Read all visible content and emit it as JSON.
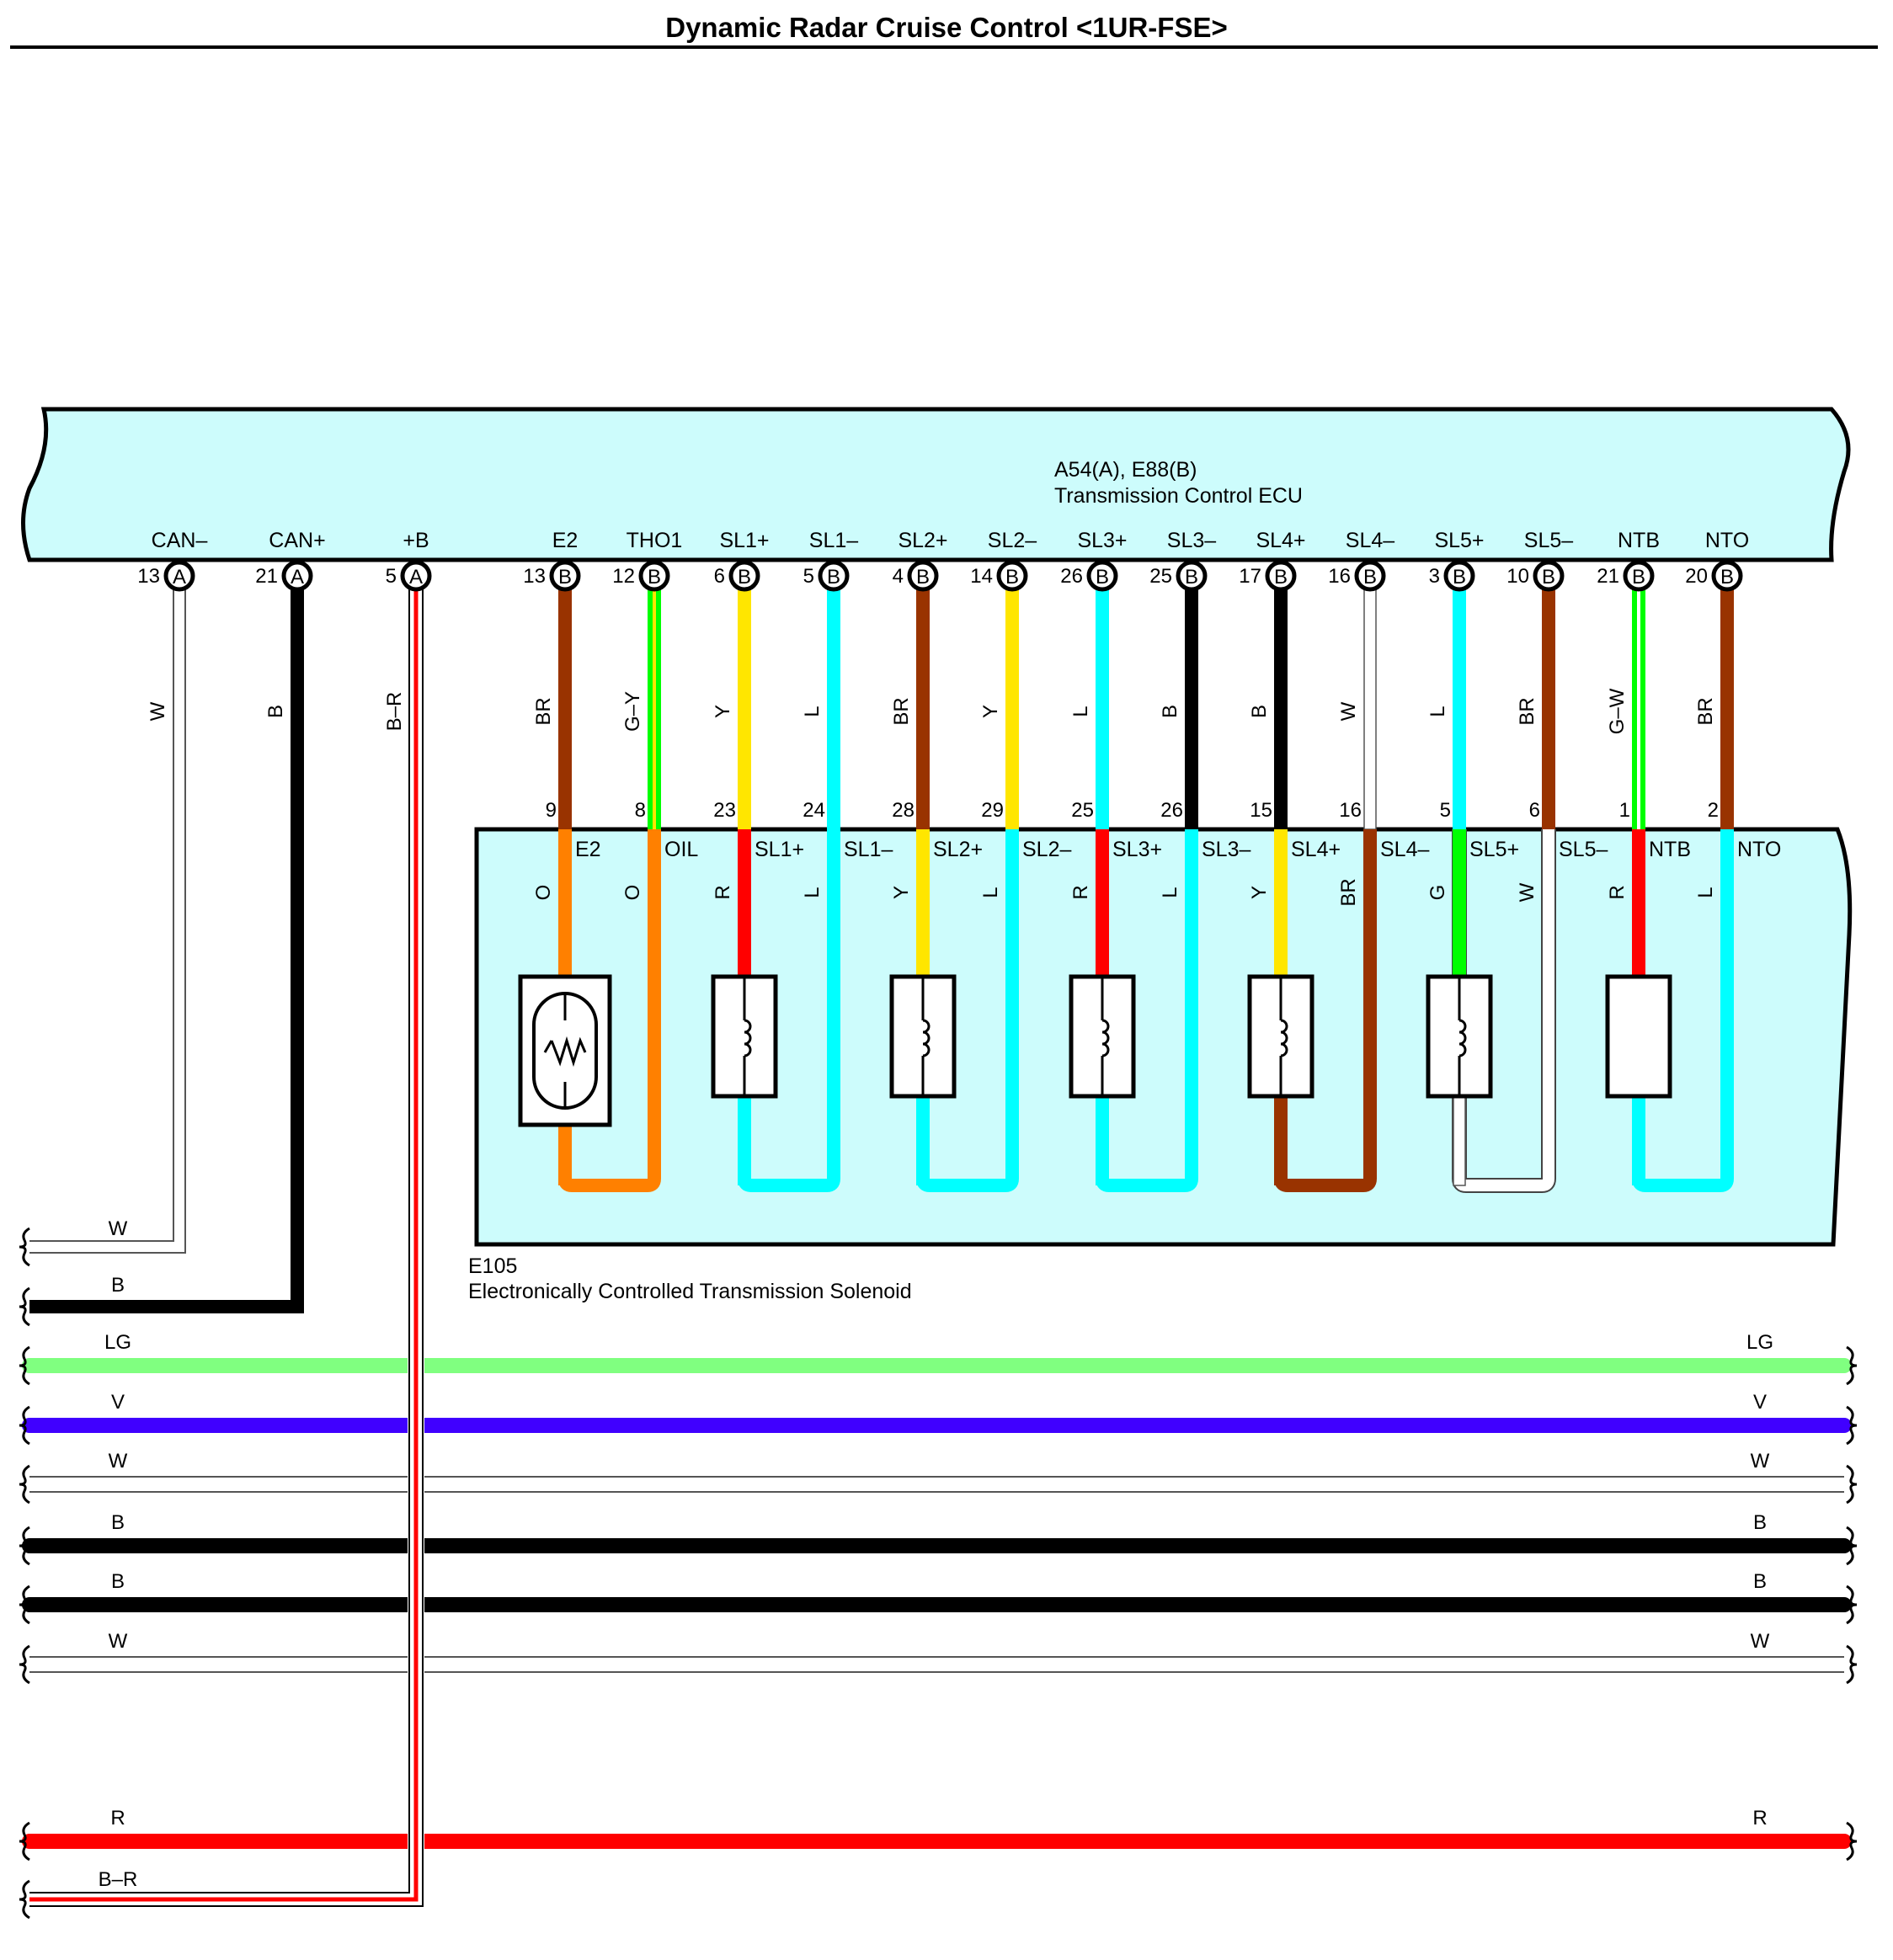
{
  "title": "Dynamic Radar Cruise Control <1UR-FSE>",
  "colors": {
    "ecu_fill": "#cdfcfc",
    "BR": "#993300",
    "Y": "#ffe600",
    "L": "#00ffff",
    "B": "#000000",
    "W": "#ffffff",
    "G": "#00ff00",
    "O": "#ff8000",
    "R": "#ff0000",
    "LG": "#80ff80",
    "V": "#4000ff"
  },
  "ecu": {
    "connector": "A54(A), E88(B)",
    "name": "Transmission Control ECU",
    "pins": [
      {
        "label": "CAN–",
        "num": "13",
        "conn": "A",
        "wire": "W"
      },
      {
        "label": "CAN+",
        "num": "21",
        "conn": "A",
        "wire": "B"
      },
      {
        "label": "+B",
        "num": "5",
        "conn": "A",
        "wire": "B–R"
      },
      {
        "label": "E2",
        "num": "13",
        "conn": "B",
        "wire": "BR"
      },
      {
        "label": "THO1",
        "num": "12",
        "conn": "B",
        "wire": "G–Y"
      },
      {
        "label": "SL1+",
        "num": "6",
        "conn": "B",
        "wire": "Y"
      },
      {
        "label": "SL1–",
        "num": "5",
        "conn": "B",
        "wire": "L"
      },
      {
        "label": "SL2+",
        "num": "4",
        "conn": "B",
        "wire": "BR"
      },
      {
        "label": "SL2–",
        "num": "14",
        "conn": "B",
        "wire": "Y"
      },
      {
        "label": "SL3+",
        "num": "26",
        "conn": "B",
        "wire": "L"
      },
      {
        "label": "SL3–",
        "num": "25",
        "conn": "B",
        "wire": "B"
      },
      {
        "label": "SL4+",
        "num": "17",
        "conn": "B",
        "wire": "B"
      },
      {
        "label": "SL4–",
        "num": "16",
        "conn": "B",
        "wire": "W"
      },
      {
        "label": "SL5+",
        "num": "3",
        "conn": "B",
        "wire": "L"
      },
      {
        "label": "SL5–",
        "num": "10",
        "conn": "B",
        "wire": "BR"
      },
      {
        "label": "NTB",
        "num": "21",
        "conn": "B",
        "wire": "G–W"
      },
      {
        "label": "NTO",
        "num": "20",
        "conn": "B",
        "wire": "BR"
      }
    ]
  },
  "solenoid": {
    "connector": "E105",
    "name": "Electronically Controlled Transmission Solenoid",
    "pins": [
      {
        "num": "9",
        "label": "E2",
        "wire": "O"
      },
      {
        "num": "8",
        "label": "OIL",
        "wire": "O"
      },
      {
        "num": "23",
        "label": "SL1+",
        "wire": "R"
      },
      {
        "num": "24",
        "label": "SL1–",
        "wire": "L"
      },
      {
        "num": "28",
        "label": "SL2+",
        "wire": "Y"
      },
      {
        "num": "29",
        "label": "SL2–",
        "wire": "L"
      },
      {
        "num": "25",
        "label": "SL3+",
        "wire": "R"
      },
      {
        "num": "26",
        "label": "SL3–",
        "wire": "L"
      },
      {
        "num": "15",
        "label": "SL4+",
        "wire": "Y"
      },
      {
        "num": "16",
        "label": "SL4–",
        "wire": "BR"
      },
      {
        "num": "5",
        "label": "SL5+",
        "wire": "G"
      },
      {
        "num": "6",
        "label": "SL5–",
        "wire": "W"
      },
      {
        "num": "1",
        "label": "NTB",
        "wire": "R"
      },
      {
        "num": "2",
        "label": "NTO",
        "wire": "L"
      }
    ]
  },
  "left_wires": [
    {
      "label": "W"
    },
    {
      "label": "B"
    }
  ],
  "bus_wires": [
    {
      "label": "LG",
      "color": "LG"
    },
    {
      "label": "V",
      "color": "V"
    },
    {
      "label": "W",
      "color": "W"
    },
    {
      "label": "B",
      "color": "B"
    },
    {
      "label": "B",
      "color": "B"
    },
    {
      "label": "W",
      "color": "W"
    },
    {
      "label": "R",
      "color": "R"
    }
  ],
  "bottom_wire": {
    "label": "B–R"
  }
}
